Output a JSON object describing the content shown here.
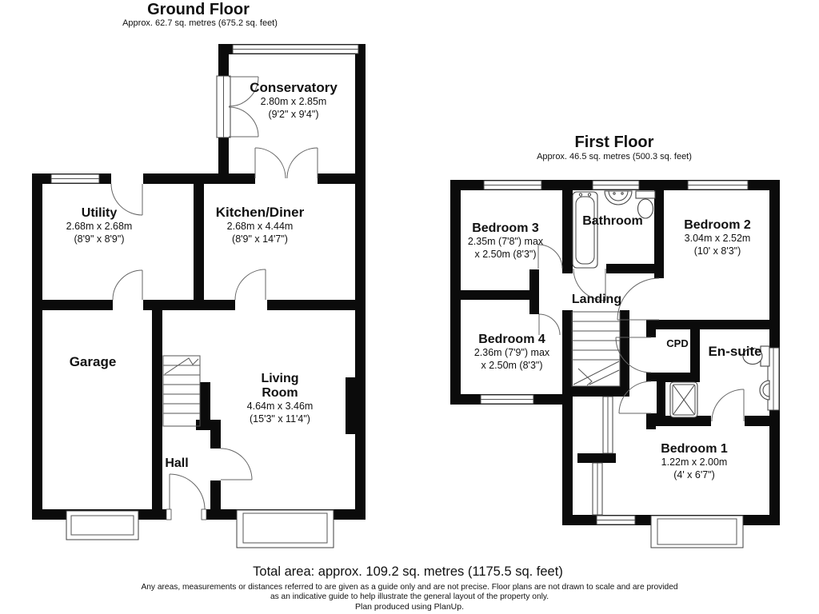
{
  "ground_floor": {
    "title": "Ground Floor",
    "subtitle": "Approx. 62.7 sq. metres (675.2 sq. feet)",
    "rooms": {
      "conservatory": {
        "name": "Conservatory",
        "metric": "2.80m x 2.85m",
        "imperial": "(9'2\" x 9'4\")"
      },
      "utility": {
        "name": "Utility",
        "metric": "2.68m x 2.68m",
        "imperial": "(8'9\" x 8'9\")"
      },
      "kitchen_diner": {
        "name": "Kitchen/Diner",
        "metric": "2.68m x 4.44m",
        "imperial": "(8'9\" x 14'7\")"
      },
      "garage": {
        "name": "Garage"
      },
      "hall": {
        "name": "Hall"
      },
      "living_room": {
        "line1": "Living",
        "line2": "Room",
        "metric": "4.64m x 3.46m",
        "imperial": "(15'3\" x 11'4\")"
      }
    }
  },
  "first_floor": {
    "title": "First Floor",
    "subtitle": "Approx. 46.5 sq. metres (500.3 sq. feet)",
    "rooms": {
      "bedroom3": {
        "name": "Bedroom 3",
        "metric": "2.35m (7'8\") max",
        "imperial": "x 2.50m (8'3\")"
      },
      "bathroom": {
        "name": "Bathroom"
      },
      "bedroom2": {
        "name": "Bedroom 2",
        "metric": "3.04m x 2.52m",
        "imperial": "(10' x 8'3\")"
      },
      "landing": {
        "name": "Landing"
      },
      "bedroom4": {
        "name": "Bedroom 4",
        "metric": "2.36m (7'9\") max",
        "imperial": "x 2.50m (8'3\")"
      },
      "cpd": {
        "name": "CPD"
      },
      "ensuite": {
        "name": "En-suite"
      },
      "bedroom1": {
        "name": "Bedroom 1",
        "metric": "1.22m x 2.00m",
        "imperial": "(4' x 6'7\")"
      }
    }
  },
  "footer": {
    "total": "Total area: approx. 109.2 sq. metres (1175.5 sq. feet)",
    "disclaimer1": "Any areas, measurements or distances referred to are given as a guide only and are not precise. Floor plans are not drawn to scale and are provided",
    "disclaimer2": "as an indicative guide to help illustrate the general layout of the property only.",
    "credit": "Plan produced using PlanUp."
  }
}
